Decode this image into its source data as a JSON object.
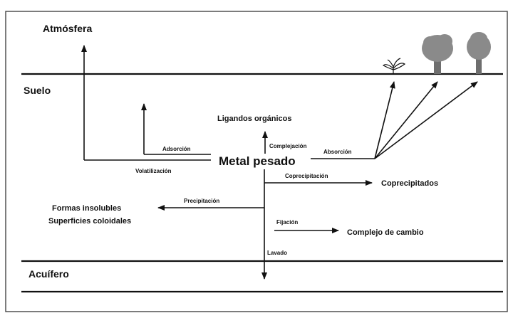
{
  "zones": {
    "atmosphere": "Atmósfera",
    "soil": "Suelo",
    "aquifer": "Acuífero"
  },
  "center": "Metal pesado",
  "nodes": {
    "organic_ligands": "Ligandos orgánicos",
    "coprecipitates": "Coprecipitados",
    "insoluble_forms": "Formas insolubles",
    "colloidal_surfaces": "Superficies coloidales",
    "exchange_complex": "Complejo de cambio"
  },
  "processes": {
    "volatilization": "Volatilización",
    "adsorption": "Adsorción",
    "complexation": "Complejación",
    "absorption": "Absorción",
    "coprecipitation": "Coprecipitación",
    "precipitation": "Precipitación",
    "fixation": "Fijación",
    "leaching": "Lavado"
  },
  "icons": {
    "plants": [
      "small-plant-icon",
      "tree-icon",
      "tree-icon"
    ]
  }
}
